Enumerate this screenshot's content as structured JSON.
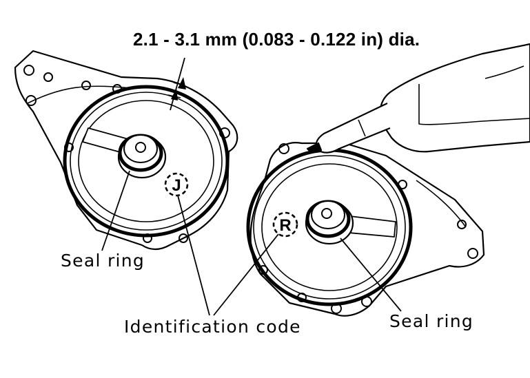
{
  "diagram": {
    "title": "2.1 - 3.1 mm (0.083 - 0.122 in) dia.",
    "labels": {
      "seal_ring_left": "Seal ring",
      "seal_ring_right": "Seal ring",
      "identification_code": "Identification code"
    },
    "codes": {
      "left": "J",
      "right": "R"
    }
  }
}
